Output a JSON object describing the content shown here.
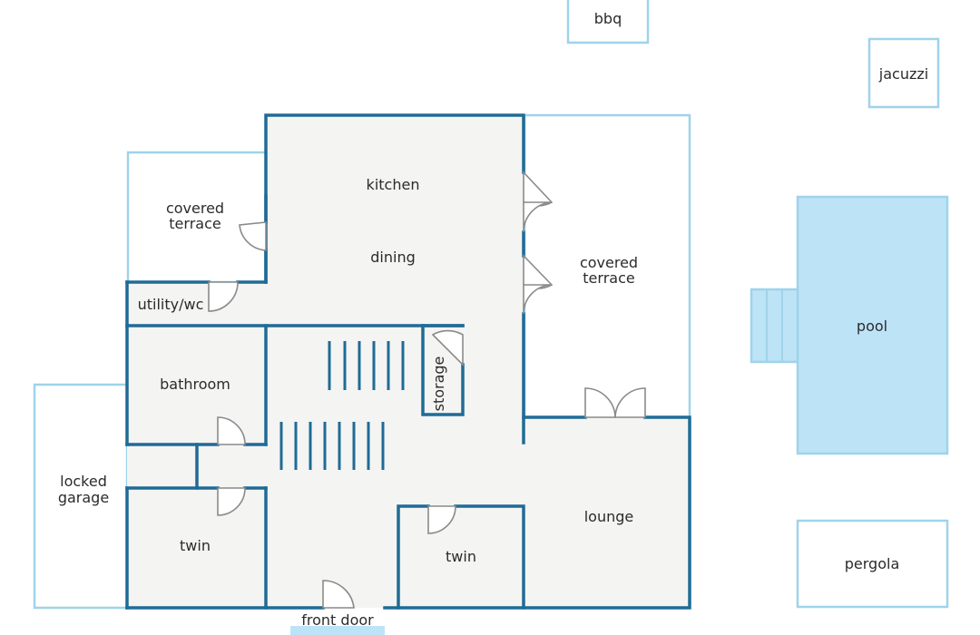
{
  "labels": {
    "bbq": "bbq",
    "jacuzzi": "jacuzzi",
    "kitchen": "kitchen",
    "dining": "dining",
    "covered_terrace_left": [
      "covered",
      "terrace"
    ],
    "covered_terrace_right": [
      "covered",
      "terrace"
    ],
    "utility": "utility/wc",
    "bathroom": "bathroom",
    "storage": "storage",
    "locked_garage": [
      "locked",
      "garage"
    ],
    "twin_left": "twin",
    "twin_center": "twin",
    "lounge": "lounge",
    "pool": "pool",
    "pergola": "pergola",
    "front_door": "front door"
  },
  "colors": {
    "wall": "#1f6b96",
    "outline": "#9fd3ea",
    "floor": "#f4f4f2",
    "pool": "#bde3f7"
  }
}
